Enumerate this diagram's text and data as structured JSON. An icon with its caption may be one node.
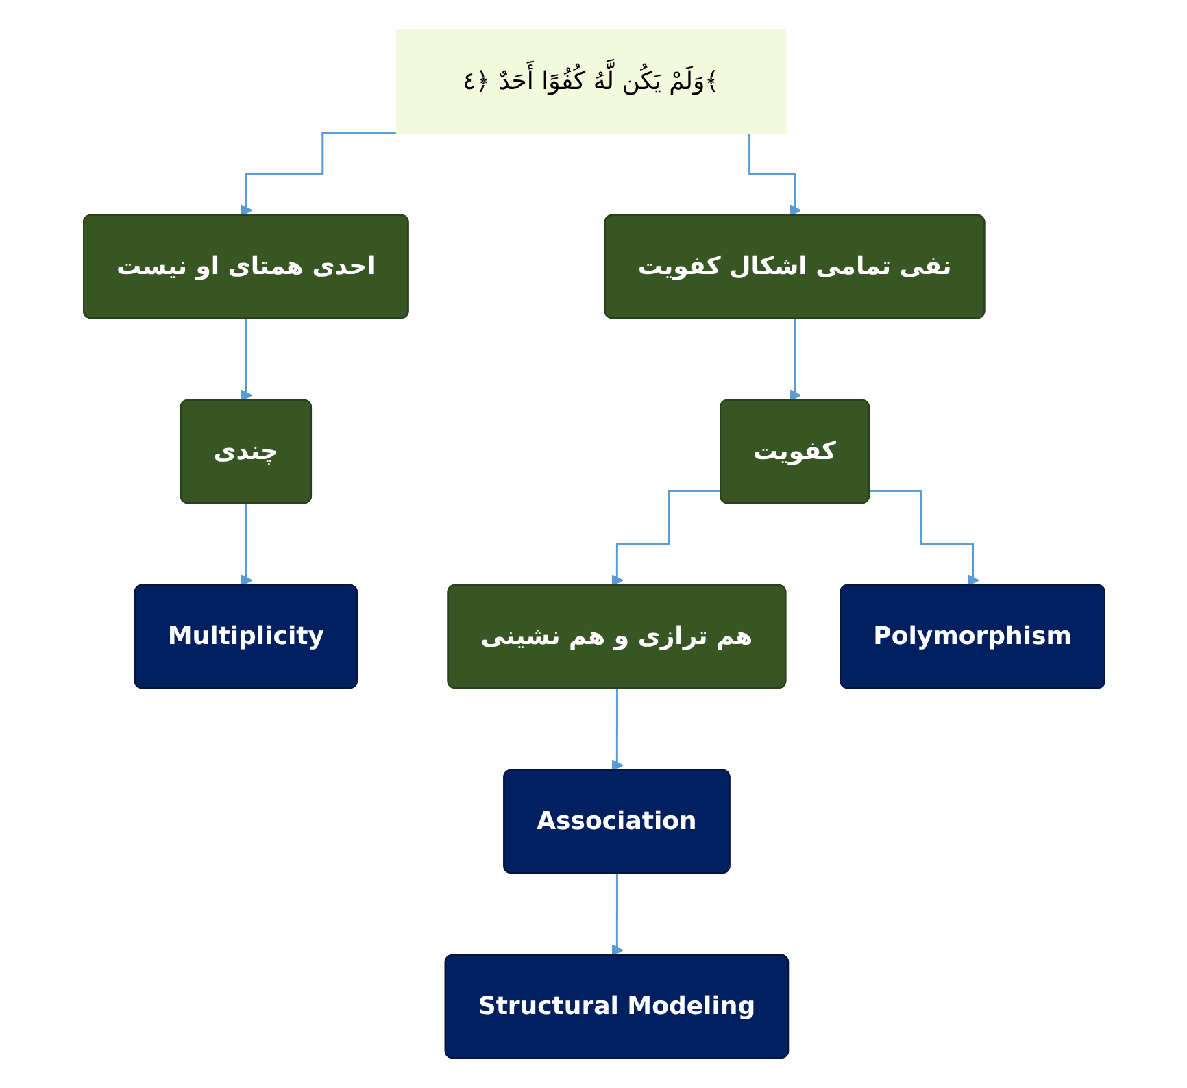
{
  "diagram": {
    "nodes": [
      {
        "text": [
          "وَلَمْ يَكُن لَّهُ كُفُوًا أَحَدٌ ﴿٤﴾"
        ]
      },
      {
        "text": [
          "احدی همتای او نیست"
        ]
      },
      {
        "text": [
          "نفی تمامی اشکال کفویت"
        ]
      },
      {
        "text": [
          "چندی"
        ]
      },
      {
        "text": [
          "کفویت"
        ]
      },
      {
        "text": [
          "هم ترازی و هم نشینی"
        ]
      },
      {
        "text": [
          "Multiplicity"
        ]
      },
      {
        "text": [
          "Polymorphism"
        ]
      },
      {
        "text": [
          "Association"
        ]
      },
      {
        "text": [
          "Structural Modeling"
        ]
      }
    ],
    "edges": [
      {
        "from": 0,
        "to": 1,
        "arrow": "to"
      },
      {
        "from": 0,
        "to": 2,
        "arrow": "to"
      },
      {
        "from": 1,
        "to": 3,
        "arrow": "to"
      },
      {
        "from": 2,
        "to": 4,
        "arrow": "to"
      },
      {
        "from": 4,
        "to": 5,
        "arrow": "to"
      },
      {
        "from": 3,
        "to": 6,
        "arrow": "to"
      },
      {
        "from": 4,
        "to": 7,
        "arrow": "to"
      },
      {
        "from": 5,
        "to": 8,
        "arrow": "to"
      },
      {
        "from": 8,
        "to": 9,
        "arrow": "to"
      }
    ]
  }
}
